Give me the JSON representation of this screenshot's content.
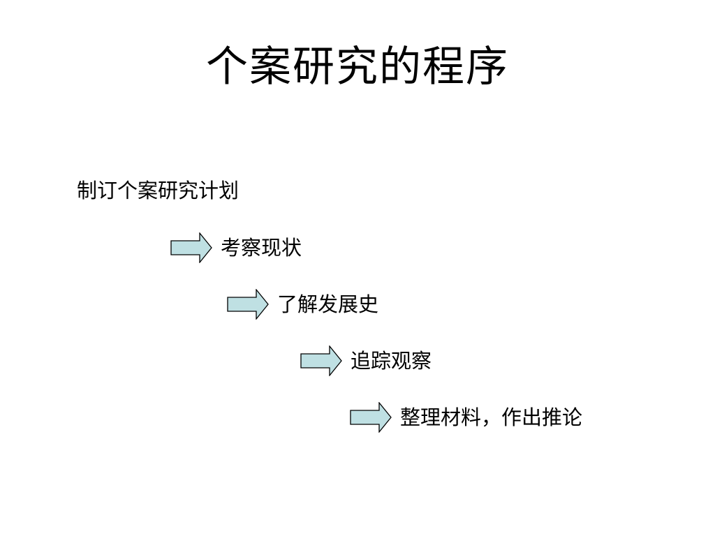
{
  "slide": {
    "title": "个案研究的程序",
    "intro": "制订个案研究计划",
    "arrow_fill": "#bfe0e3",
    "arrow_stroke": "#000000",
    "steps": [
      {
        "label": "考察现状",
        "icon": "right-arrow-icon"
      },
      {
        "label": "了解发展史",
        "icon": "right-arrow-icon"
      },
      {
        "label": "追踪观察",
        "icon": "right-arrow-icon"
      },
      {
        "label": "整理材料，作出推论",
        "icon": "right-arrow-icon"
      }
    ]
  }
}
